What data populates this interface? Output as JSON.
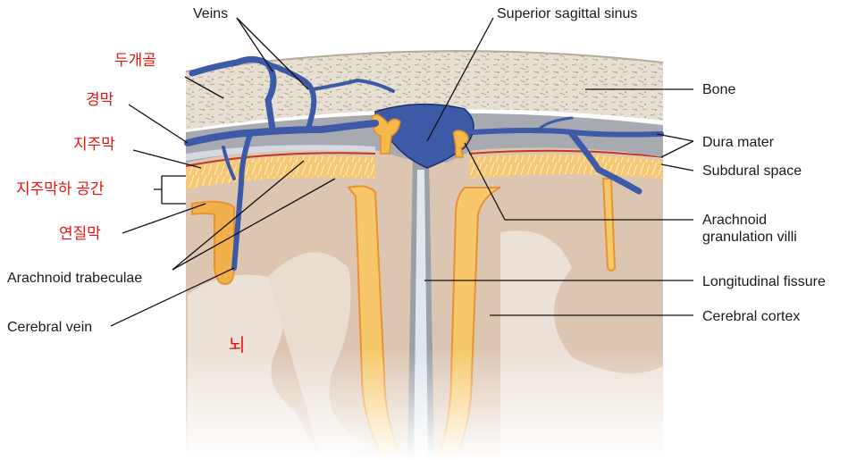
{
  "labels": {
    "veins": "Veins",
    "superior_sagittal_sinus": "Superior sagittal sinus",
    "bone": "Bone",
    "dura_mater": "Dura mater",
    "subdural_space": "Subdural space",
    "arachnoid_granulation_villi": [
      "Arachnoid",
      "granulation villi"
    ],
    "longitudinal_fissure": "Longitudinal fissure",
    "cerebral_cortex": "Cerebral cortex",
    "arachnoid_trabeculae": "Arachnoid trabeculae",
    "cerebral_vein": "Cerebral vein"
  },
  "korean_labels": {
    "skull": "두개골",
    "dura": "경막",
    "arachnoid": "지주막",
    "subarachnoid_space": "지주막하 공간",
    "pia": "연질막",
    "brain": "뇌"
  },
  "colors": {
    "bone": "#e4ddd0",
    "dura": "#9a9ea6",
    "vein": "#3d5aa8",
    "vein_dark": "#1e2f6e",
    "arachnoid": "#f4c062",
    "pia": "#e8932f",
    "cortex": "#d9c2ad",
    "korean_text": "#e3140f"
  }
}
